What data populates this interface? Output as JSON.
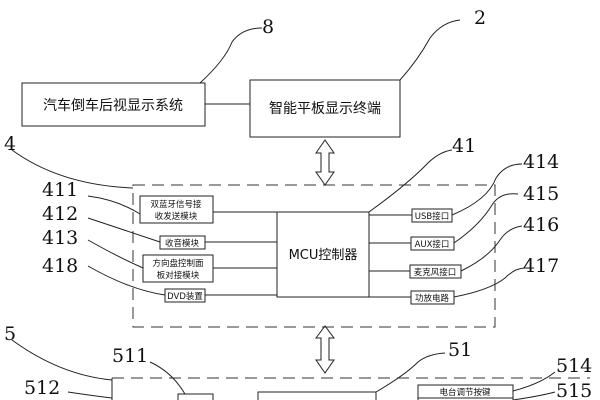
{
  "boxes": {
    "rearview_system": "汽车倒车后视显示系统",
    "tablet_terminal": "智能平板显示终端",
    "mcu": "MCU控制器"
  },
  "left_modules": {
    "bt_line1": "双蓝牙信号接",
    "bt_line2": "收发送模块",
    "radio": "收音模块",
    "steering_line1": "方向盘控制面",
    "steering_line2": "板对接模块",
    "dvd": "DVD装置",
    "m511": "",
    "m512": ""
  },
  "right_modules": {
    "usb": "USB接口",
    "aux": "AUX接口",
    "mic": "麦克风接口",
    "amp": "功放电路",
    "tuning": "电台调节按键",
    "m515": ""
  },
  "refs": {
    "r8": "8",
    "r2": "2",
    "r4": "4",
    "r41": "41",
    "r411": "411",
    "r412": "412",
    "r413": "413",
    "r418": "418",
    "r414": "414",
    "r415": "415",
    "r416": "416",
    "r417": "417",
    "r5": "5",
    "r511": "511",
    "r512": "512",
    "r51": "51",
    "r514": "514",
    "r515": "515"
  }
}
